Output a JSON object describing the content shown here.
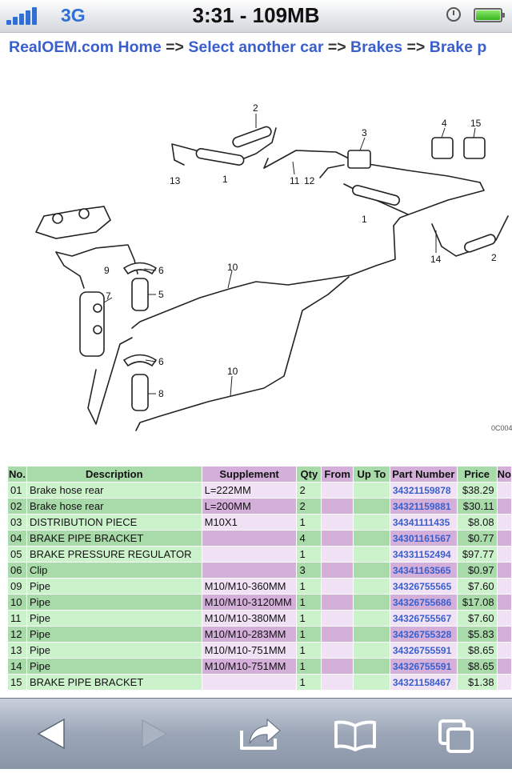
{
  "status_bar": {
    "carrier": "3G",
    "clock": "3:31 - 109MB"
  },
  "breadcrumb": {
    "separator": "=>",
    "items": [
      "RealOEM.com Home",
      "Select another car",
      "Brakes",
      "Brake p"
    ]
  },
  "diagram": {
    "callouts": [
      "1",
      "2",
      "3",
      "4",
      "5",
      "6",
      "6",
      "7",
      "8",
      "9",
      "10",
      "10",
      "11",
      "12",
      "13",
      "14",
      "15",
      "2",
      "1"
    ],
    "code": "0C004"
  },
  "table": {
    "headers": [
      "No.",
      "Description",
      "Supplement",
      "Qty",
      "From",
      "Up To",
      "Part Number",
      "Price",
      "No"
    ],
    "rows": [
      {
        "no": "01",
        "desc": "Brake hose rear",
        "supp": "L=222MM",
        "qty": "2",
        "from": "",
        "upto": "",
        "pn": "34321159878",
        "price": "$38.29"
      },
      {
        "no": "02",
        "desc": "Brake hose rear",
        "supp": "L=200MM",
        "qty": "2",
        "from": "",
        "upto": "",
        "pn": "34321159881",
        "price": "$30.11"
      },
      {
        "no": "03",
        "desc": "DISTRIBUTION PIECE",
        "supp": "M10X1",
        "qty": "1",
        "from": "",
        "upto": "",
        "pn": "34341111435",
        "price": "$8.08"
      },
      {
        "no": "04",
        "desc": "BRAKE PIPE BRACKET",
        "supp": "",
        "qty": "4",
        "from": "",
        "upto": "",
        "pn": "34301161567",
        "price": "$0.77"
      },
      {
        "no": "05",
        "desc": "BRAKE PRESSURE REGULATOR",
        "supp": "",
        "qty": "1",
        "from": "",
        "upto": "",
        "pn": "34331152494",
        "price": "$97.77"
      },
      {
        "no": "06",
        "desc": "Clip",
        "supp": "",
        "qty": "3",
        "from": "",
        "upto": "",
        "pn": "34341163565",
        "price": "$0.97"
      },
      {
        "no": "09",
        "desc": "Pipe",
        "supp": "M10/M10-360MM",
        "qty": "1",
        "from": "",
        "upto": "",
        "pn": "34326755565",
        "price": "$7.60"
      },
      {
        "no": "10",
        "desc": "Pipe",
        "supp": "M10/M10-3120MM",
        "qty": "1",
        "from": "",
        "upto": "",
        "pn": "34326755686",
        "price": "$17.08"
      },
      {
        "no": "11",
        "desc": "Pipe",
        "supp": "M10/M10-380MM",
        "qty": "1",
        "from": "",
        "upto": "",
        "pn": "34326755567",
        "price": "$7.60"
      },
      {
        "no": "12",
        "desc": "Pipe",
        "supp": "M10/M10-283MM",
        "qty": "1",
        "from": "",
        "upto": "",
        "pn": "34326755328",
        "price": "$5.83"
      },
      {
        "no": "13",
        "desc": "Pipe",
        "supp": "M10/M10-751MM",
        "qty": "1",
        "from": "",
        "upto": "",
        "pn": "34326755591",
        "price": "$8.65"
      },
      {
        "no": "14",
        "desc": "Pipe",
        "supp": "M10/M10-751MM",
        "qty": "1",
        "from": "",
        "upto": "",
        "pn": "34326755591",
        "price": "$8.65"
      },
      {
        "no": "15",
        "desc": "BRAKE PIPE BRACKET",
        "supp": "",
        "qty": "1",
        "from": "",
        "upto": "",
        "pn": "34321158467",
        "price": "$1.38"
      }
    ]
  },
  "toolbar": {
    "buttons": [
      "back-icon",
      "forward-icon",
      "share-icon",
      "bookmarks-icon",
      "tabs-icon"
    ]
  },
  "colors": {
    "link": "#3a5fcd",
    "row_green_light": "#ccf2cc",
    "row_green_dark": "#a9daa9",
    "row_purple_light": "#f0e2f4",
    "row_purple_dark": "#d3afda"
  }
}
